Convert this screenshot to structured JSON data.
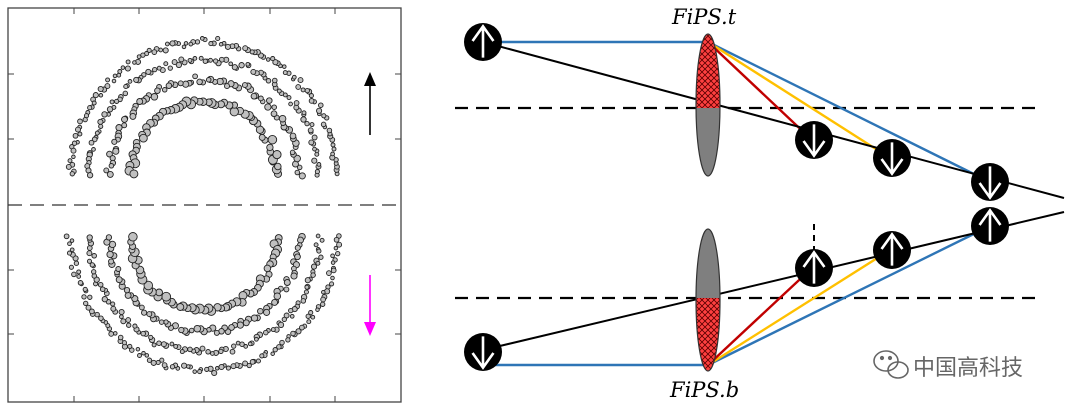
{
  "labels": {
    "top_lens": "FiPS.t",
    "bottom_lens": "FiPS.b"
  },
  "watermark": {
    "text": "中国高科技",
    "icon": "wechat-icon"
  },
  "colors": {
    "blue": "#2e75b6",
    "red": "#c00000",
    "yellow": "#ffc000",
    "magenta": "#ff00ff",
    "lens_fill": "#7f7f7f",
    "hatch": "#ff4040",
    "dots": "#c0c0c0"
  },
  "icons": {
    "up_arrow": "arrow-up-icon",
    "down_arrow": "arrow-down-icon"
  }
}
